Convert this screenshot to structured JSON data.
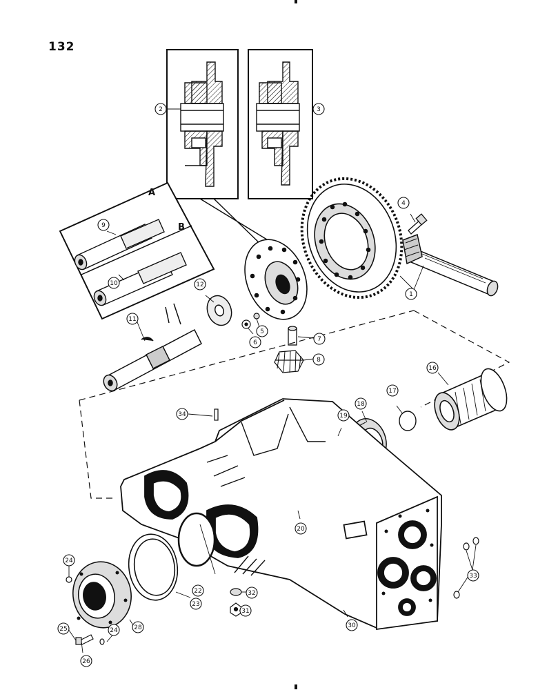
{
  "page": {
    "number": "132"
  },
  "insets": {
    "label_a": "A",
    "label_b": "B"
  },
  "callouts": [
    {
      "id": "c1",
      "label": "1"
    },
    {
      "id": "c2",
      "label": "2"
    },
    {
      "id": "c3",
      "label": "3"
    },
    {
      "id": "c4",
      "label": "4"
    },
    {
      "id": "c5",
      "label": "5"
    },
    {
      "id": "c6",
      "label": "6"
    },
    {
      "id": "c7",
      "label": "7"
    },
    {
      "id": "c8",
      "label": "8"
    },
    {
      "id": "c9",
      "label": "9"
    },
    {
      "id": "c10",
      "label": "10"
    },
    {
      "id": "c11",
      "label": "11"
    },
    {
      "id": "c12",
      "label": "12"
    },
    {
      "id": "c16",
      "label": "16"
    },
    {
      "id": "c17",
      "label": "17"
    },
    {
      "id": "c18",
      "label": "18"
    },
    {
      "id": "c19",
      "label": "19"
    },
    {
      "id": "c20",
      "label": "20"
    },
    {
      "id": "c22",
      "label": "22"
    },
    {
      "id": "c23",
      "label": "23"
    },
    {
      "id": "c24a",
      "label": "24"
    },
    {
      "id": "c24b",
      "label": "24"
    },
    {
      "id": "c25",
      "label": "25"
    },
    {
      "id": "c26",
      "label": "26"
    },
    {
      "id": "c28",
      "label": "28"
    },
    {
      "id": "c30",
      "label": "30"
    },
    {
      "id": "c31",
      "label": "31"
    },
    {
      "id": "c32",
      "label": "32"
    },
    {
      "id": "c33",
      "label": "33"
    },
    {
      "id": "c34",
      "label": "34"
    }
  ]
}
